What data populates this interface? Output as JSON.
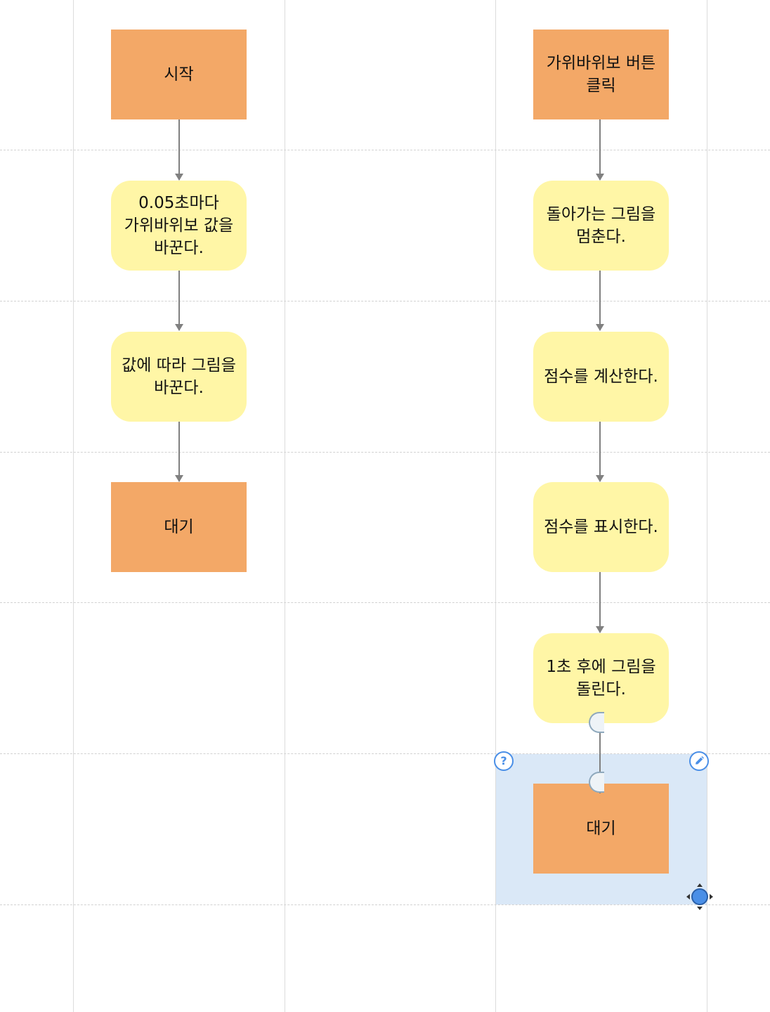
{
  "diagram": {
    "left_flow": {
      "start": "시작",
      "step1": "0.05초마다 가위바위보 값을 바꾼다.",
      "step2": "값에 따라 그림을 바꾼다.",
      "end": "대기"
    },
    "right_flow": {
      "start": "가위바위보 버튼 클릭",
      "step1": "돌아가는 그림을 멈춘다.",
      "step2": "점수를 계산한다.",
      "step3": "점수를 표시한다.",
      "step4": "1초 후에 그림을 돌린다.",
      "end": "대기"
    }
  },
  "selection_controls": {
    "help_glyph": "?",
    "help_icon": "question-icon",
    "edit_icon": "pencil-icon",
    "resize_icon": "move-resize-icon"
  },
  "colors": {
    "terminal_fill": "#f3a867",
    "process_fill": "#fff6a6",
    "selection_fill": "#bbd5f1",
    "accent": "#4a8fe7",
    "connector": "#808080"
  }
}
